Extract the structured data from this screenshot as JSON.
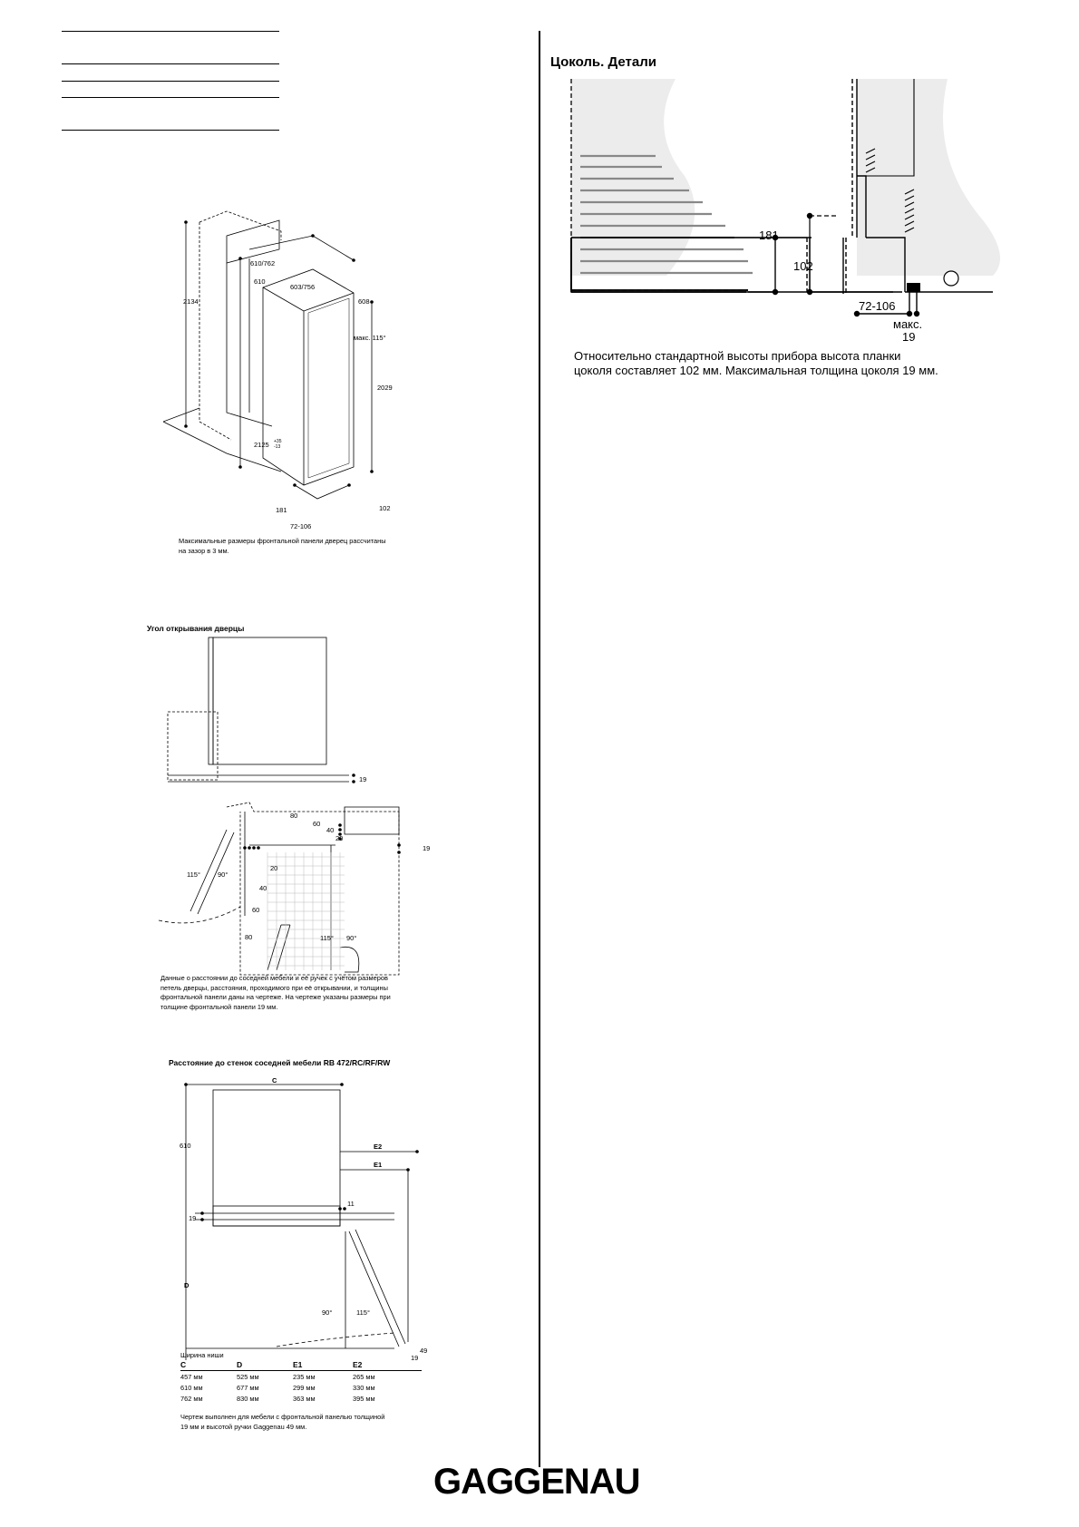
{
  "left": {
    "iso": {
      "dims": [
        "610/762",
        "610",
        "603/756",
        "608",
        "2134",
        "макс. 115°",
        "2029",
        "2125",
        "+35",
        "-13",
        "181",
        "102",
        "72-106"
      ],
      "caption": "Максимальные размеры фронтальной панели дверец рассчитаны\nна зазор в 3 мм."
    },
    "door": {
      "title": "Угол открывания дверцы",
      "labels": [
        "19",
        "80",
        "60",
        "40",
        "20",
        "19",
        "20",
        "40",
        "60",
        "80",
        "115°",
        "90°",
        "115°",
        "90°"
      ],
      "caption": "Данные о расстоянии до соседней мебели и её ручек с учётом размеров\nпетель дверцы, расстояния, проходимого при её открывании, и толщины\nфронтальной панели даны на чертеже. На чертеже указаны размеры при\nтолщине фронтальной панели 19 мм."
    },
    "adj": {
      "title": "Расстояние до стенок соседней мебели RB 472/RC/RF/RW",
      "labels": [
        "C",
        "610",
        "E2",
        "E1",
        "11",
        "19",
        "D",
        "90°",
        "115°",
        "49",
        "19"
      ],
      "table_caption": "Ширина ниши",
      "table_headers": [
        "C",
        "D",
        "E1",
        "E2"
      ],
      "table_rows": [
        [
          "457 мм",
          "525 мм",
          "235 мм",
          "265 мм"
        ],
        [
          "610 мм",
          "677 мм",
          "299 мм",
          "330 мм"
        ],
        [
          "762 мм",
          "830 мм",
          "363 мм",
          "395 мм"
        ]
      ],
      "caption": "Чертеж выполнен для мебели с фронтальной панелью толщиной\n19 мм и высотой ручки Gaggenau 49 мм."
    }
  },
  "right": {
    "title": "Цоколь. Детали",
    "labels": [
      "181",
      "102",
      "72-106",
      "макс.",
      "19"
    ],
    "caption": "Относительно стандартной высоты прибора высота планки\nцоколя составляет 102 мм. Максимальная толщина цоколя 19 мм."
  },
  "brand": "GAGGENAU"
}
